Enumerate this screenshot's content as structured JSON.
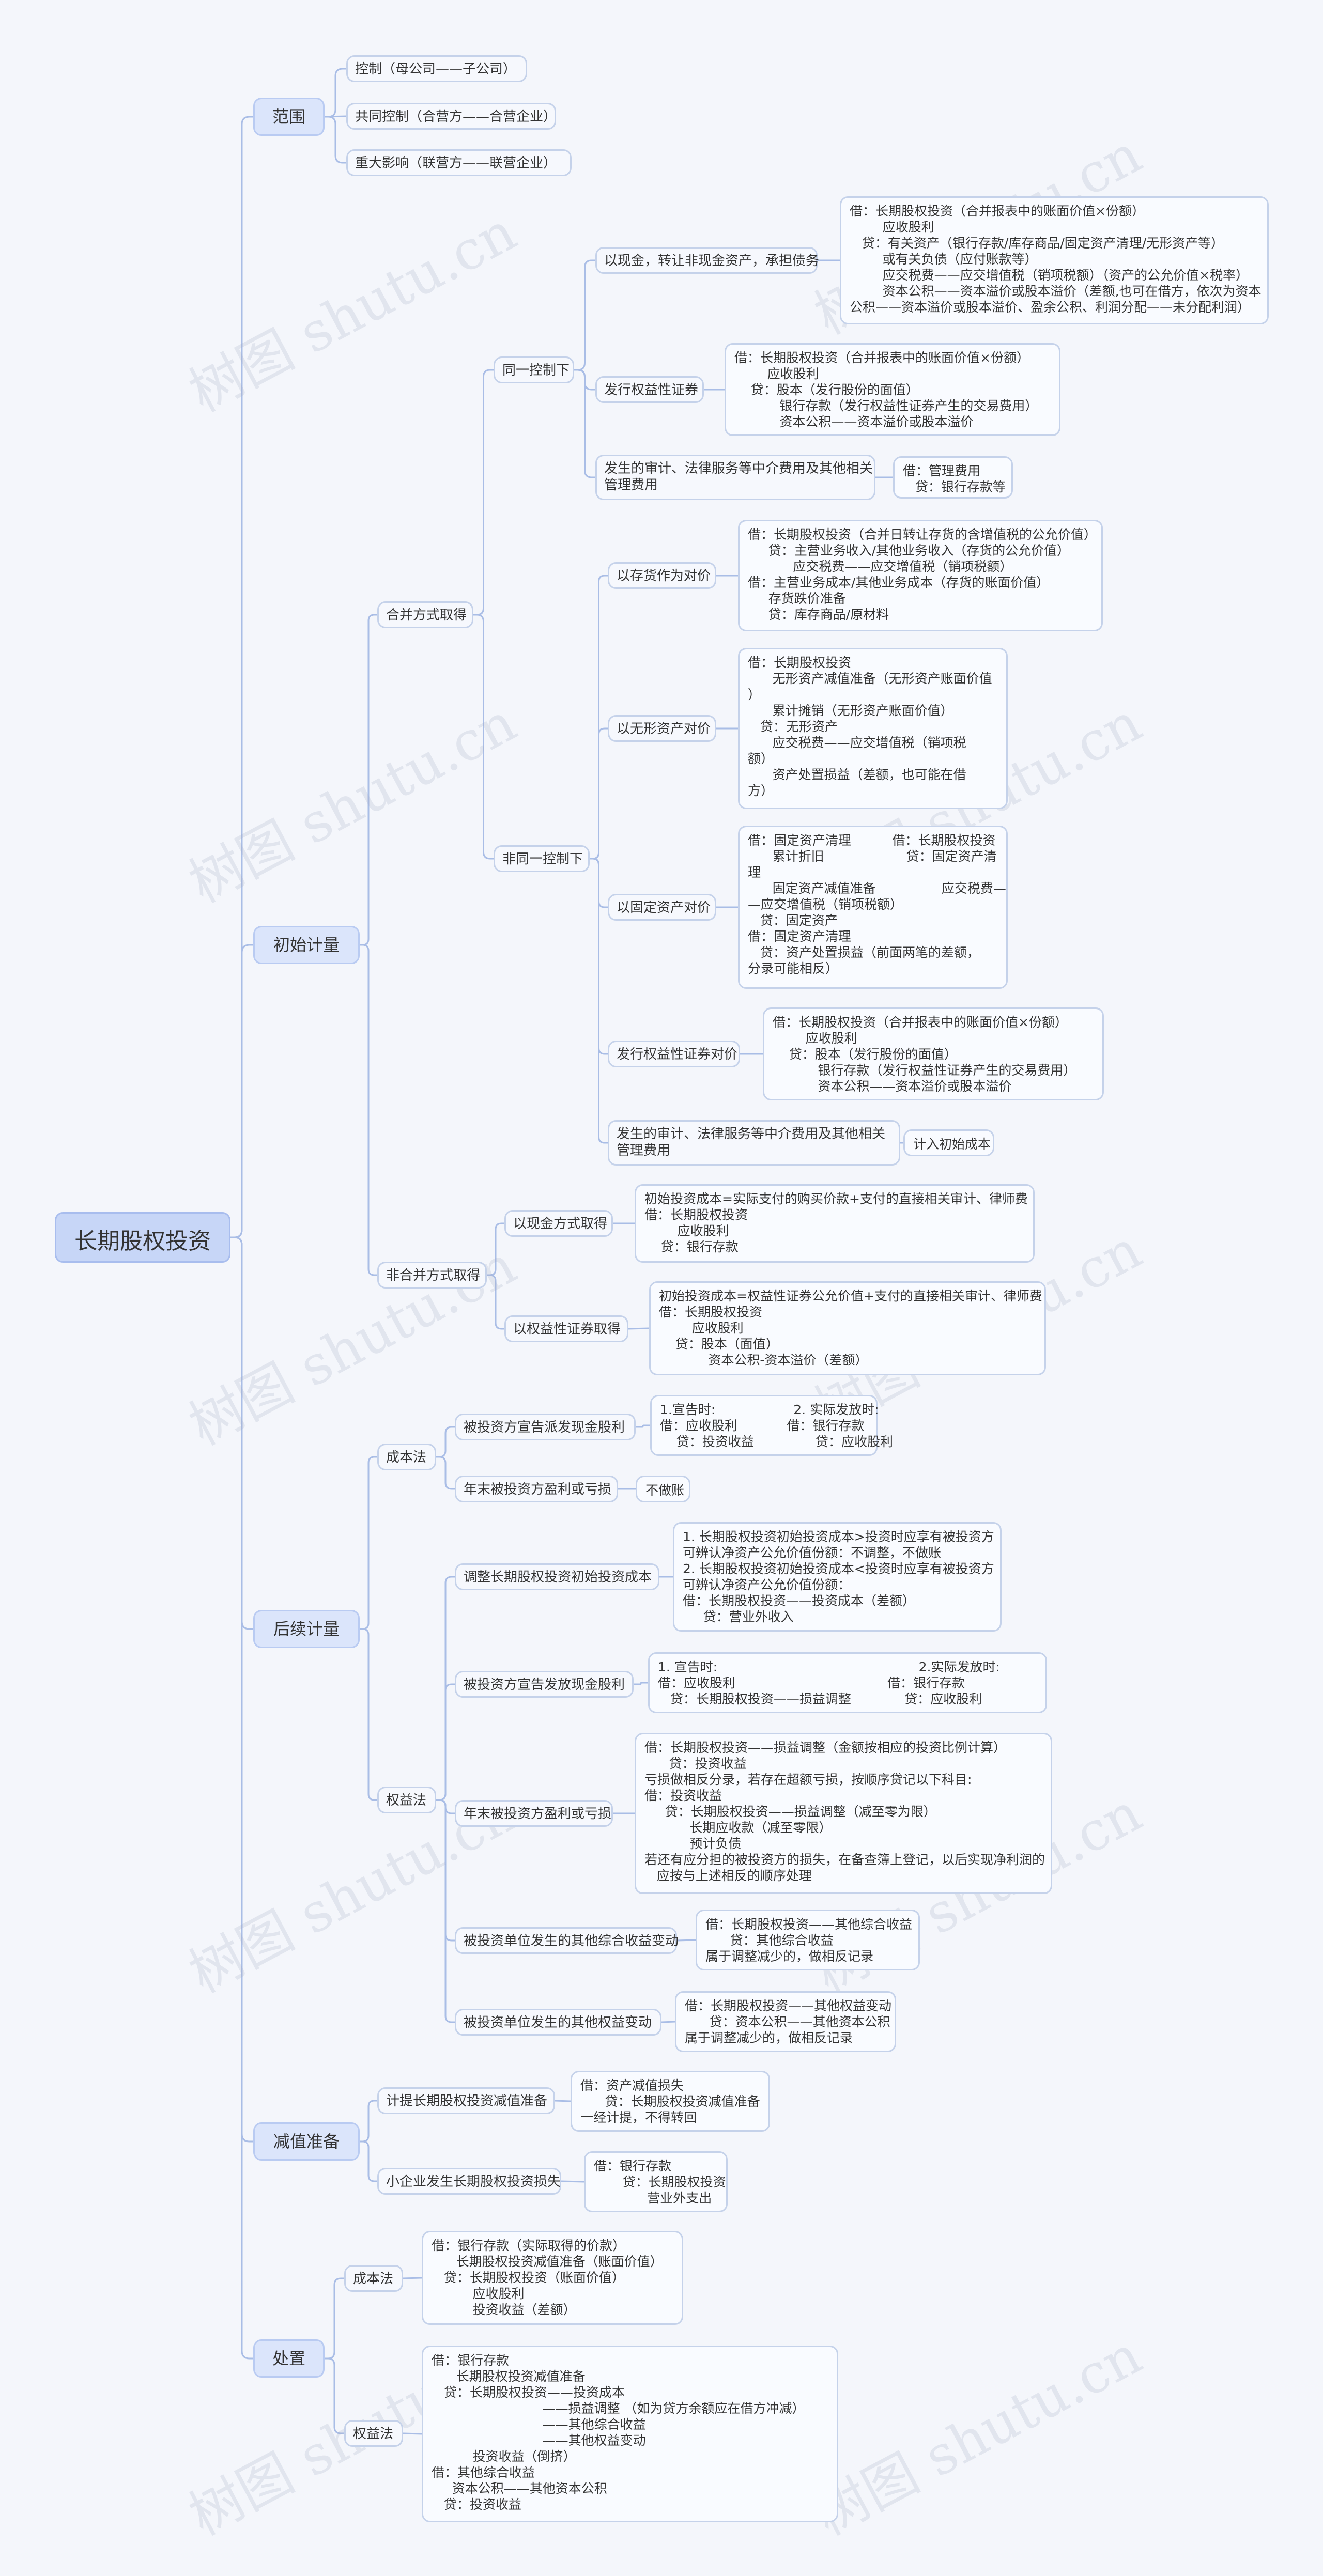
{
  "watermark": "树图 shutu.cn",
  "colors": {
    "line": "#a9bde6",
    "root_bg": "#c7d6f7",
    "l1_bg": "#dbe5fb",
    "node_border": "#c5d2ea"
  },
  "mindmap": {
    "root": "长期股权投资",
    "scope": {
      "label": "范围",
      "items": [
        "控制（母公司——子公司）",
        "共同控制（合营方——合营企业）",
        "重大影响（联营方——联营企业）"
      ]
    },
    "initial": {
      "label": "初始计量",
      "merge": {
        "label": "合并方式取得",
        "same": {
          "label": "同一控制下",
          "cash": {
            "label": "以现金，转让非现金资产，承担债务",
            "detail": "借：长期股权投资（合并报表中的账面价值×份额）\n        应收股利\n   贷：有关资产（银行存款/库存商品/固定资产清理/无形资产等）\n        或有关负债（应付账款等）\n        应交税费——应交增值税（销项税额）（资产的公允价值×税率）\n        资本公积——资本溢价或股本溢价（差额,也可在借方，依次为资本\n公积——资本溢价或股本溢价、盈余公积、利润分配——未分配利润）"
          },
          "equity": {
            "label": "发行权益性证券",
            "detail": "借：长期股权投资（合并报表中的账面价值×份额）\n        应收股利\n    贷：股本（发行股份的面值）\n           银行存款（发行权益性证券产生的交易费用）\n           资本公积——资本溢价或股本溢价"
          },
          "fees": {
            "label": "发生的审计、法律服务等中介费用及其他相关\n管理费用",
            "detail": "借：管理费用\n   贷：银行存款等"
          }
        },
        "nonsame": {
          "label": "非同一控制下",
          "inventory": {
            "label": "以存货作为对价",
            "detail": "借：长期股权投资（合并日转让存货的含增值税的公允价值）\n     贷：主营业务收入/其他业务收入（存货的公允价值）\n           应交税费——应交增值税（销项税额）\n借：主营业务成本/其他业务成本（存货的账面价值）\n     存货跌价准备\n     贷：库存商品/原材料"
          },
          "intangible": {
            "label": "以无形资产对价",
            "detail": "借：长期股权投资\n      无形资产减值准备（无形资产账面价值\n）\n      累计摊销（无形资产账面价值）\n   贷：无形资产\n      应交税费——应交增值税（销项税\n额）\n      资产处置损益（差额，也可能在借\n方）"
          },
          "fixed": {
            "label": "以固定资产对价",
            "detail": "借：固定资产清理          借：长期股权投资\n      累计折旧                    贷：固定资产清\n理\n      固定资产减值准备                应交税费—\n—应交增值税（销项税额）\n   贷：固定资产\n借：固定资产清理\n   贷：资产处置损益（前面两笔的差额，\n分录可能相反）"
          },
          "equity": {
            "label": "发行权益性证券对价",
            "detail": "借：长期股权投资（合并报表中的账面价值×份额）\n        应收股利\n    贷：股本（发行股份的面值）\n           银行存款（发行权益性证券产生的交易费用）\n           资本公积——资本溢价或股本溢价"
          },
          "fees": {
            "label": "发生的审计、法律服务等中介费用及其他相关\n管理费用",
            "detail": "计入初始成本"
          }
        }
      },
      "nonmerge": {
        "label": "非合并方式取得",
        "cash": {
          "label": "以现金方式取得",
          "detail": "初始投资成本=实际支付的购买价款+支付的直接相关审计、律师费\n借：长期股权投资\n        应收股利\n    贷：银行存款"
        },
        "equity": {
          "label": "以权益性证券取得",
          "detail": "初始投资成本=权益性证券公允价值+支付的直接相关审计、律师费\n借：长期股权投资\n        应收股利\n    贷：股本（面值）\n            资本公积-资本溢价（差额）"
        }
      }
    },
    "subsequent": {
      "label": "后续计量",
      "cost": {
        "label": "成本法",
        "dividend": {
          "label": "被投资方宣告派发现金股利",
          "detail": "1.宣告时:                   2. 实际发放时:\n借：应收股利            借：银行存款\n    贷：投资收益               贷：应收股利"
        },
        "profit": {
          "label": "年末被投资方盈利或亏损",
          "detail": "不做账"
        }
      },
      "equity": {
        "label": "权益法",
        "adjust": {
          "label": "调整长期股权投资初始投资成本",
          "detail": "1. 长期股权投资初始投资成本>投资时应享有被投资方\n可辨认净资产公允价值份额：不调整，不做账\n2. 长期股权投资初始投资成本<投资时应享有被投资方\n可辨认净资产公允价值份额：\n借：长期股权投资——投资成本（差额）\n     贷：营业外收入"
        },
        "dividend": {
          "label": "被投资方宣告发放现金股利",
          "detail": "1. 宣告时:                                                 2.实际发放时:\n借：应收股利                                     借：银行存款\n   贷：长期股权投资——损益调整             贷：应收股利"
        },
        "profit": {
          "label": "年末被投资方盈利或亏损",
          "detail": "借：长期股权投资——损益调整（金额按相应的投资比例计算）\n      贷：投资收益\n亏损做相反分录，若存在超额亏损，按顺序贷记以下科目:\n借：投资收益\n     贷：长期股权投资——损益调整（减至零为限）\n           长期应收款（减至零限）\n           预计负债\n若还有应分担的被投资方的损失，在备查簿上登记，以后实现净利润的\n   应按与上述相反的顺序处理"
        },
        "oci": {
          "label": "被投资单位发生的其他综合收益变动",
          "detail": "借：长期股权投资——其他综合收益\n      贷：其他综合收益\n属于调整减少的，做相反记录"
        },
        "other": {
          "label": "被投资单位发生的其他权益变动",
          "detail": "借：长期股权投资——其他权益变动\n      贷：资本公积——其他资本公积\n属于调整减少的，做相反记录"
        }
      }
    },
    "impairment": {
      "label": "减值准备",
      "provision": {
        "label": "计提长期股权投资减值准备",
        "detail": "借：资产减值损失\n      贷：长期股权投资减值准备\n一经计提，不得转回"
      },
      "small": {
        "label": "小企业发生长期股权投资损失",
        "detail": "借：银行存款\n       贷：长期股权投资\n             营业外支出"
      }
    },
    "disposal": {
      "label": "处置",
      "cost": {
        "label": "成本法",
        "detail": "借：银行存款（实际取得的价款）\n      长期股权投资减值准备（账面价值）\n   贷：长期股权投资（账面价值）\n          应收股利\n          投资收益（差额）"
      },
      "equity": {
        "label": "权益法",
        "detail": "借：银行存款\n      长期股权投资减值准备\n   贷：长期股权投资——投资成本\n                           ——损益调整 （如为贷方余额应在借方冲减）\n                           ——其他综合收益\n                           ——其他权益变动\n          投资收益（倒挤）\n借：其他综合收益\n     资本公积——其他资本公积\n   贷：投资收益"
      }
    }
  }
}
